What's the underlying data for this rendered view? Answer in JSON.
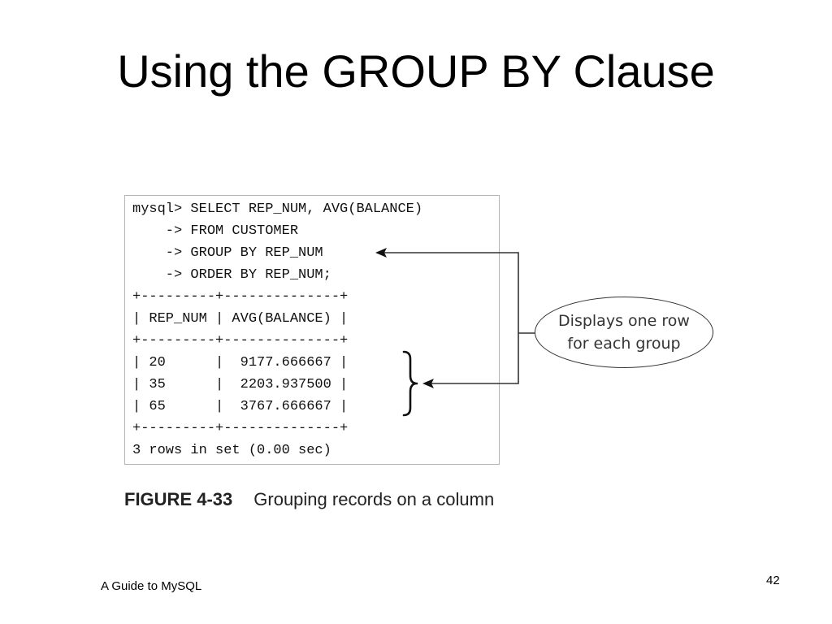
{
  "slide": {
    "title": "Using the GROUP BY Clause"
  },
  "terminal": {
    "lines": [
      "mysql> SELECT REP_NUM, AVG(BALANCE)",
      "    -> FROM CUSTOMER",
      "    -> GROUP BY REP_NUM",
      "    -> ORDER BY REP_NUM;",
      "+---------+--------------+",
      "| REP_NUM | AVG(BALANCE) |",
      "+---------+--------------+",
      "| 20      |  9177.666667 |",
      "| 35      |  2203.937500 |",
      "| 65      |  3767.666667 |",
      "+---------+--------------+",
      "3 rows in set (0.00 sec)"
    ]
  },
  "callout": {
    "line1": "Displays one row",
    "line2": "for each group"
  },
  "figure": {
    "label": "FIGURE 4-33",
    "caption": "Grouping records on a column"
  },
  "footer": {
    "left": "A Guide to MySQL",
    "page_number": "42"
  }
}
